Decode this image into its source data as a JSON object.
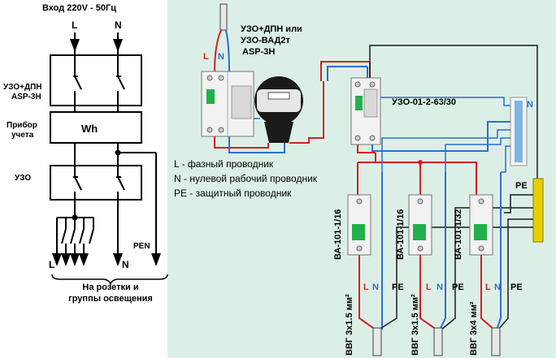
{
  "schematic": {
    "header": "Вход  220V - 50Гц",
    "input_phase": "L",
    "input_neutral": "N",
    "rcbo_label_line1": "УЗО+ДПН",
    "rcbo_label_line2": "ASP-3H",
    "meter_label_line1": "Прибор",
    "meter_label_line2": "учета",
    "meter_symbol": "Wh",
    "rcd_label": "УЗО",
    "out_phase": "L",
    "out_neutral": "N",
    "out_pen": "PEN",
    "footer_line1": "На розетки и",
    "footer_line2": "группы освещения"
  },
  "wiring": {
    "rcbo_line1": "УЗО+ДПН или",
    "rcbo_line2": "УЗО-ВАД2т",
    "rcbo_line3": "ASP-3H",
    "rcd_model": "УЗО-01-2-63/30",
    "legend": [
      "L - фазный проводник",
      "N - нулевой рабочий проводник",
      "PE - защитный проводник"
    ],
    "wire_l": "L",
    "wire_n": "N",
    "bus_n": "N",
    "bus_pe": "PE",
    "breakers": [
      "ВА-101-1/16",
      "ВА-101-1/16",
      "ВА-101-1/32"
    ],
    "cable_wires": [
      "L",
      "N",
      "PE"
    ],
    "cables": [
      "ВВГ 3х1.5 мм²",
      "ВВГ 3х1.5 мм²",
      "ВВГ 3х4 мм²"
    ]
  },
  "colors": {
    "phase": "#d42020",
    "neutral": "#2a6fd0",
    "pe": "#1a1a1a",
    "bus_n": "#5aa0d8",
    "bus_pe": "#e8d000",
    "panel_bg": "#dcefe7",
    "device_body": "#f2f2f2",
    "toggle": "#21b04a"
  }
}
